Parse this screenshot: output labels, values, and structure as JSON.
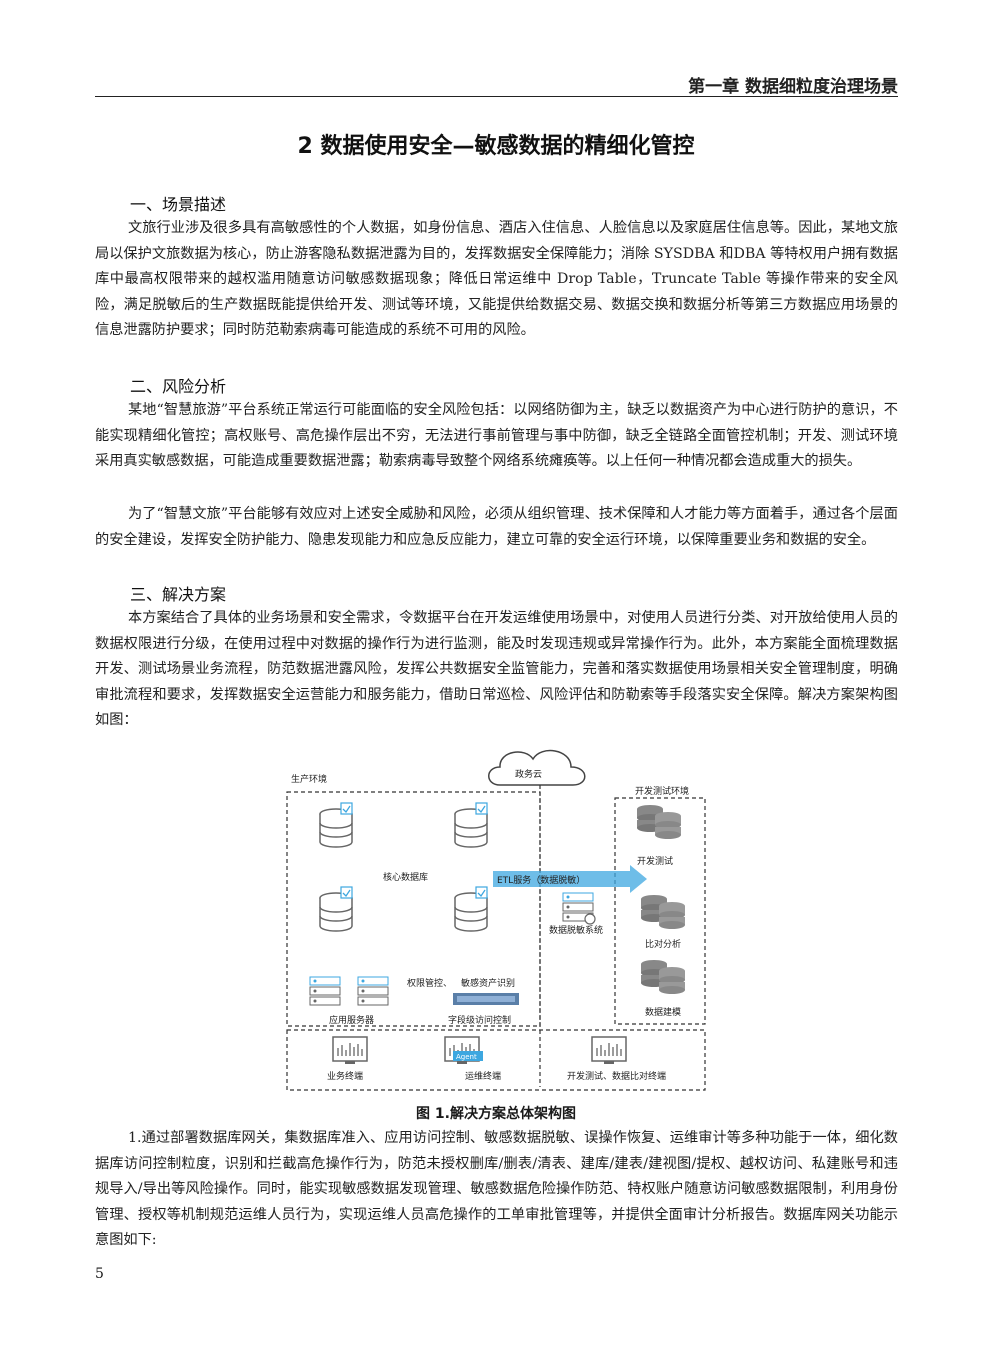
{
  "header": {
    "chapter": "第一章  数据细粒度治理场景"
  },
  "title": "2  数据使用安全—敏感数据的精细化管控",
  "sections": [
    {
      "heading": "一、场景描述",
      "paragraphs": [
        "文旅行业涉及很多具有高敏感性的个人数据，如身份信息、酒店入住信息、人脸信息以及家庭居住信息等。因此，某地文旅局以保护文旅数据为核心，防止游客隐私数据泄露为目的，发挥数据安全保障能力；消除 SYSDBA 和DBA 等特权用户拥有数据库中最高权限带来的越权滥用随意访问敏感数据现象；降低日常运维中 Drop Table，Truncate Table 等操作带来的安全风险，满足脱敏后的生产数据既能提供给开发、测试等环境，又能提供给数据交易、数据交换和数据分析等第三方数据应用场景的信息泄露防护要求；同时防范勒索病毒可能造成的系统不可用的风险。"
      ]
    },
    {
      "heading": "二、风险分析",
      "paragraphs": [
        "某地“智慧旅游”平台系统正常运行可能面临的安全风险包括：以网络防御为主，缺乏以数据资产为中心进行防护的意识，不能实现精细化管控；高权账号、高危操作层出不穷，无法进行事前管理与事中防御，缺乏全链路全面管控机制；开发、测试环境采用真实敏感数据，可能造成重要数据泄露；勒索病毒导致整个网络系统瘫痪等。以上任何一种情况都会造成重大的损失。",
        "为了“智慧文旅”平台能够有效应对上述安全威胁和风险，必须从组织管理、技术保障和人才能力等方面着手，通过各个层面的安全建设，发挥安全防护能力、隐患发现能力和应急反应能力，建立可靠的安全运行环境，以保障重要业务和数据的安全。"
      ]
    },
    {
      "heading": "三、解决方案",
      "paragraphs": [
        "本方案结合了具体的业务场景和安全需求，令数据平台在开发运维使用场景中，对使用人员进行分类、对开放给使用人员的数据权限进行分级，在使用过程中对数据的操作行为进行监测，能及时发现违规或异常操作行为。此外，本方案能全面梳理数据开发、测试场景业务流程，防范数据泄露风险，发挥公共数据安全监管能力，完善和落实数据使用场景相关安全管理制度，明确审批流程和要求，发挥数据安全运营能力和服务能力，借助日常巡检、风险评估和防勒索等手段落实安全保障。解决方案架构图如图："
      ]
    }
  ],
  "figure": {
    "cloud": "政务云",
    "prod_env": "生产环境",
    "dev_env": "开发测试环境",
    "core_db": "核心数据库",
    "etl": "ETL服务（数据脱敏）",
    "desens_system": "数据脱敏系统",
    "dev_test": "开发测试",
    "compare": "比对分析",
    "modeling": "数据建模",
    "perm_control": "权限管控、",
    "sensitive_id": "敏感资产识别",
    "app_server": "应用服务器",
    "access_ctrl": "字段级访问控制",
    "biz_terminal": "业务终端",
    "ops_terminal": "运维终端",
    "agent": "Agent",
    "dev_terminal": "开发测试、数据比对终端"
  },
  "caption": "图 1.解决方案总体架构图",
  "after_paragraph": "1.通过部署数据库网关，集数据库准入、应用访问控制、敏感数据脱敏、误操作恢复、运维审计等多种功能于一体，细化数据库访问控制粒度，识别和拦截高危操作行为，防范未授权删库/删表/清表、建库/建表/建视图/提权、越权访问、私建账号和违规导入/导出等风险操作。同时，能实现敏感数据发现管理、敏感数据危险操作防范、特权账户随意访问敏感数据限制，利用身份管理、授权等机制规范运维人员行为，实现运维人员高危操作的工单审批管理等，并提供全面审计分析报告。数据库网关功能示意图如下:",
  "page_number": "5",
  "colors": {
    "accent_blue": "#3da7e0",
    "db_gray": "#7a7a7a"
  }
}
